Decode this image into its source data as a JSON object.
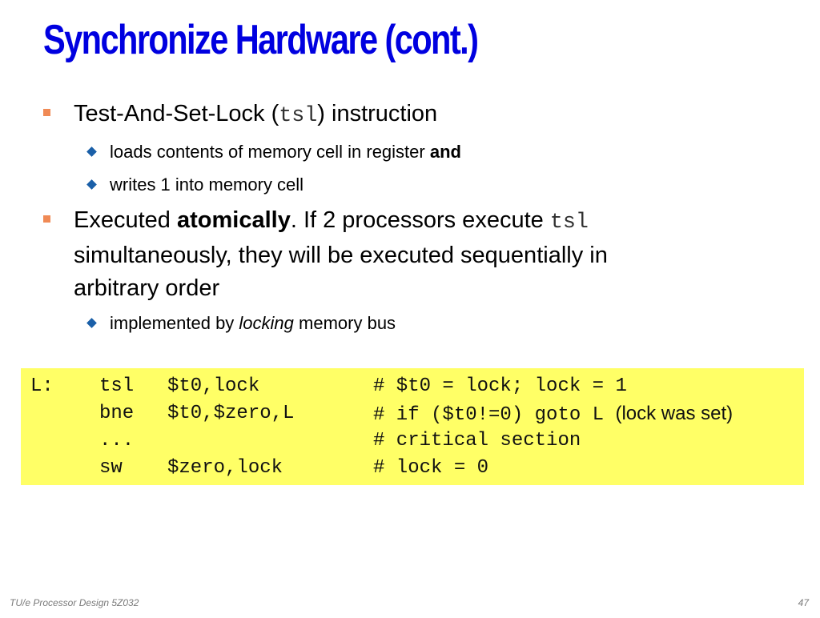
{
  "slide": {
    "title": "Synchronize Hardware (cont.)",
    "bullets": [
      {
        "pre": "Test-And-Set-Lock (",
        "code": "tsl",
        "post": ") instruction",
        "subs": [
          {
            "text": "loads contents of memory cell in register ",
            "bold": "and"
          },
          {
            "text": "writes 1 into memory cell"
          }
        ]
      },
      {
        "pre": "Executed ",
        "bold": "atomically",
        "mid": ". If 2 processors execute ",
        "code": "tsl",
        "line2": "simultaneously, they will be executed sequentially in",
        "line3": "arbitrary order",
        "subs": [
          {
            "pre": "implemented by ",
            "italic": "locking",
            "post": " memory bus"
          }
        ]
      }
    ]
  },
  "code": {
    "lines": [
      {
        "label": "L:",
        "op": "tsl",
        "args": "$t0,lock",
        "comment": "# $t0 = lock; lock = 1",
        "note": ""
      },
      {
        "label": "",
        "op": "bne",
        "args": "$t0,$zero,L",
        "comment": "# if ($t0!=0) goto L",
        "note": "(lock was set)"
      },
      {
        "label": "",
        "op": "...",
        "args": "",
        "comment": "# critical section",
        "note": ""
      },
      {
        "label": "",
        "op": "sw",
        "args": "$zero,lock",
        "comment": "# lock = 0",
        "note": ""
      }
    ]
  },
  "footer": {
    "left": "TU/e Processor Design 5Z032",
    "page": "47"
  },
  "colors": {
    "title": "#0000e0",
    "bullet_marker": "#f08a55",
    "sub_marker": "#1a5fa8",
    "code_background": "#ffff66"
  },
  "icons": {
    "bullet": "orange-square-bullet",
    "sub_bullet": "blue-diamond-bullet"
  }
}
